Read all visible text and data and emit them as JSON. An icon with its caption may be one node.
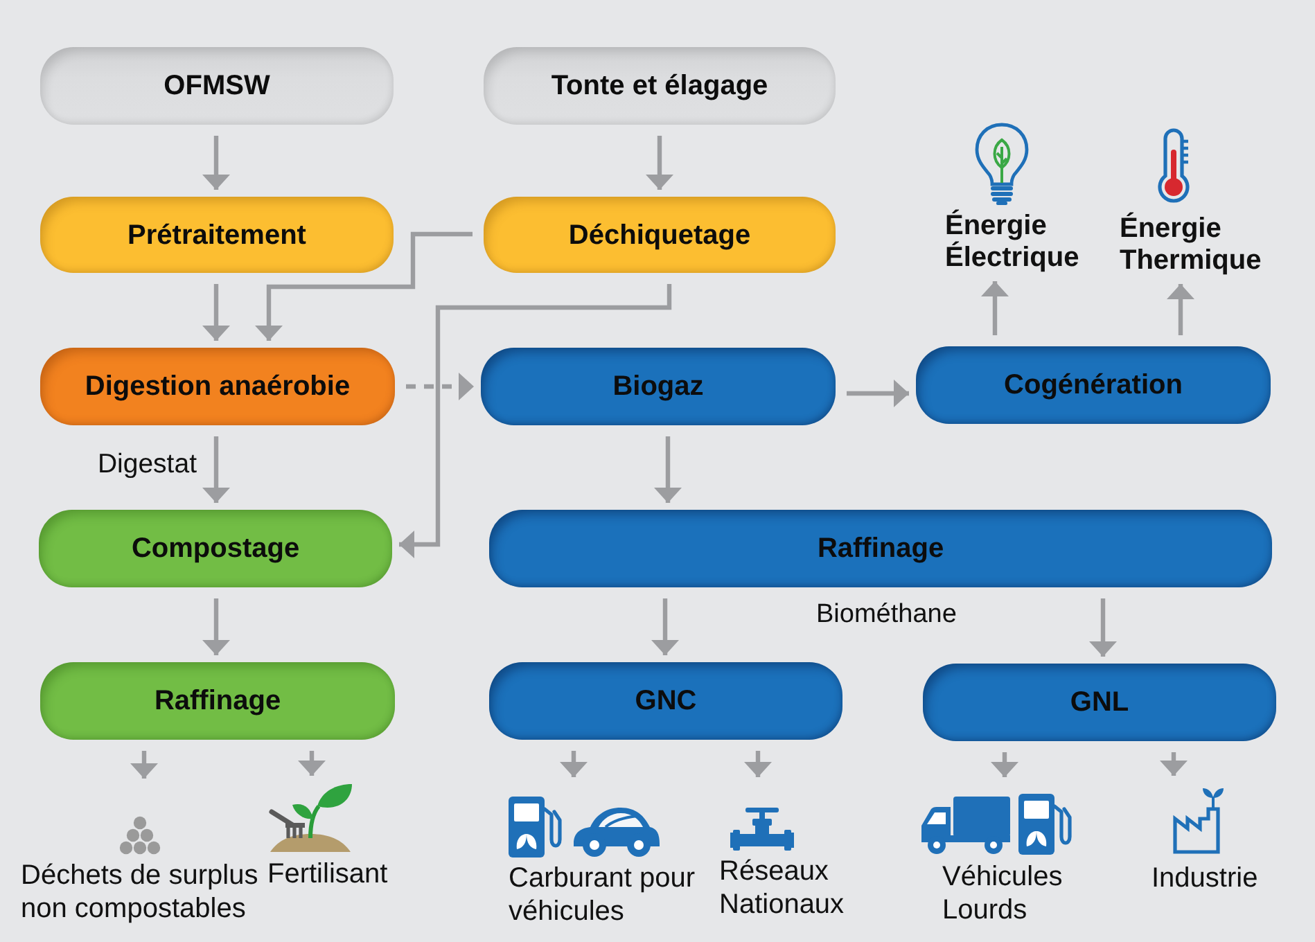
{
  "diagram": {
    "nodes": [
      {
        "text": [
          "OFMSW"
        ]
      },
      {
        "text": [
          "Tonte et élagage"
        ]
      },
      {
        "text": [
          "Prétraitement"
        ]
      },
      {
        "text": [
          "Déchiquetage"
        ]
      },
      {
        "text": [
          "Énergie Électrique"
        ]
      },
      {
        "text": [
          "Énergie Thermique"
        ]
      },
      {
        "text": [
          "Digestion anaérobie"
        ]
      },
      {
        "text": [
          "Biogaz"
        ]
      },
      {
        "text": [
          "Cogénération"
        ]
      },
      {
        "text": [
          "Compostage"
        ]
      },
      {
        "text": [
          "Raffinage"
        ]
      },
      {
        "text": [
          "Raffinage"
        ]
      },
      {
        "text": [
          "GNC"
        ]
      },
      {
        "text": [
          "GNL"
        ]
      },
      {
        "text": [
          "Déchets de surplus non compostables"
        ]
      },
      {
        "text": [
          "Fertilisant"
        ]
      },
      {
        "text": [
          "Carburant pour véhicules"
        ]
      },
      {
        "text": [
          "Réseaux Nationaux"
        ]
      },
      {
        "text": [
          "Véhicules Lourds"
        ]
      },
      {
        "text": [
          "Industrie"
        ]
      }
    ],
    "edges": [
      {
        "from": 0,
        "to": 2,
        "arrow": "to"
      },
      {
        "from": 1,
        "to": 3,
        "arrow": "to"
      },
      {
        "from": 2,
        "to": 6,
        "arrow": "to"
      },
      {
        "from": 3,
        "to": 6,
        "arrow": "to"
      },
      {
        "from": 3,
        "to": 9,
        "arrow": "to"
      },
      {
        "from": 6,
        "to": 7,
        "arrow": "to",
        "style": "dashed"
      },
      {
        "from": 7,
        "to": 8,
        "arrow": "to"
      },
      {
        "from": 8,
        "to": 4,
        "arrow": "to"
      },
      {
        "from": 8,
        "to": 5,
        "arrow": "to"
      },
      {
        "from": 6,
        "to": 9,
        "arrow": "to",
        "label": "Digestat"
      },
      {
        "from": 7,
        "to": 10,
        "arrow": "to"
      },
      {
        "from": 9,
        "to": 11,
        "arrow": "to"
      },
      {
        "from": 10,
        "to": 12,
        "arrow": "to"
      },
      {
        "from": 10,
        "to": 13,
        "arrow": "to"
      },
      {
        "from": 11,
        "to": 14,
        "arrow": "to"
      },
      {
        "from": 11,
        "to": 15,
        "arrow": "to"
      },
      {
        "from": 12,
        "to": 16,
        "arrow": "to"
      },
      {
        "from": 12,
        "to": 17,
        "arrow": "to"
      },
      {
        "from": 13,
        "to": 18,
        "arrow": "to"
      },
      {
        "from": 13,
        "to": 19,
        "arrow": "to"
      }
    ],
    "labels": [
      "Biométhane"
    ]
  }
}
